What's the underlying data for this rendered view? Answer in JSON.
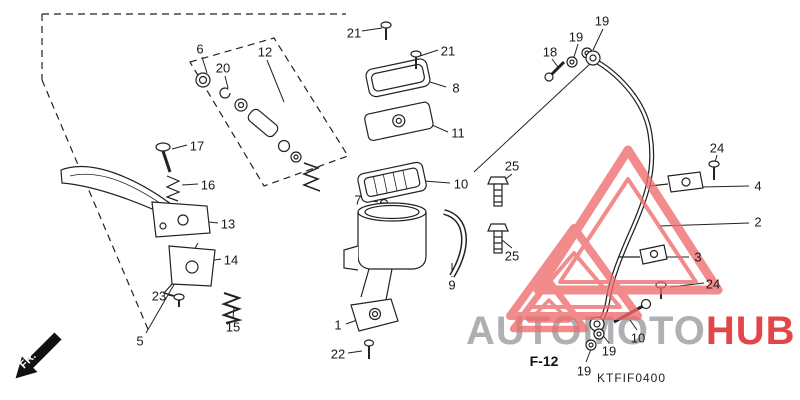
{
  "diagram": {
    "code": "KTFIF0400",
    "page_ref": "F-12",
    "direction_label": "FR.",
    "callouts": [
      {
        "label": "21"
      },
      {
        "label": "21"
      },
      {
        "label": "6"
      },
      {
        "label": "20"
      },
      {
        "label": "12"
      },
      {
        "label": "8"
      },
      {
        "label": "11"
      },
      {
        "label": "17"
      },
      {
        "label": "16"
      },
      {
        "label": "10"
      },
      {
        "label": "25"
      },
      {
        "label": "7"
      },
      {
        "label": "13"
      },
      {
        "label": "14"
      },
      {
        "label": "25"
      },
      {
        "label": "9"
      },
      {
        "label": "23"
      },
      {
        "label": "15"
      },
      {
        "label": "1"
      },
      {
        "label": "5"
      },
      {
        "label": "22"
      },
      {
        "label": "18"
      },
      {
        "label": "19"
      },
      {
        "label": "19"
      },
      {
        "label": "24"
      },
      {
        "label": "4"
      },
      {
        "label": "2"
      },
      {
        "label": "3"
      },
      {
        "label": "24"
      },
      {
        "label": "19"
      },
      {
        "label": "19"
      },
      {
        "label": "10"
      }
    ]
  },
  "watermark": {
    "brand_part1": "AUTOMOTO",
    "brand_part2": "HUB",
    "colors": {
      "brand_gray": "#a9abae",
      "brand_red": "#e2373b",
      "triangle_red": "#ef6b6d"
    }
  }
}
